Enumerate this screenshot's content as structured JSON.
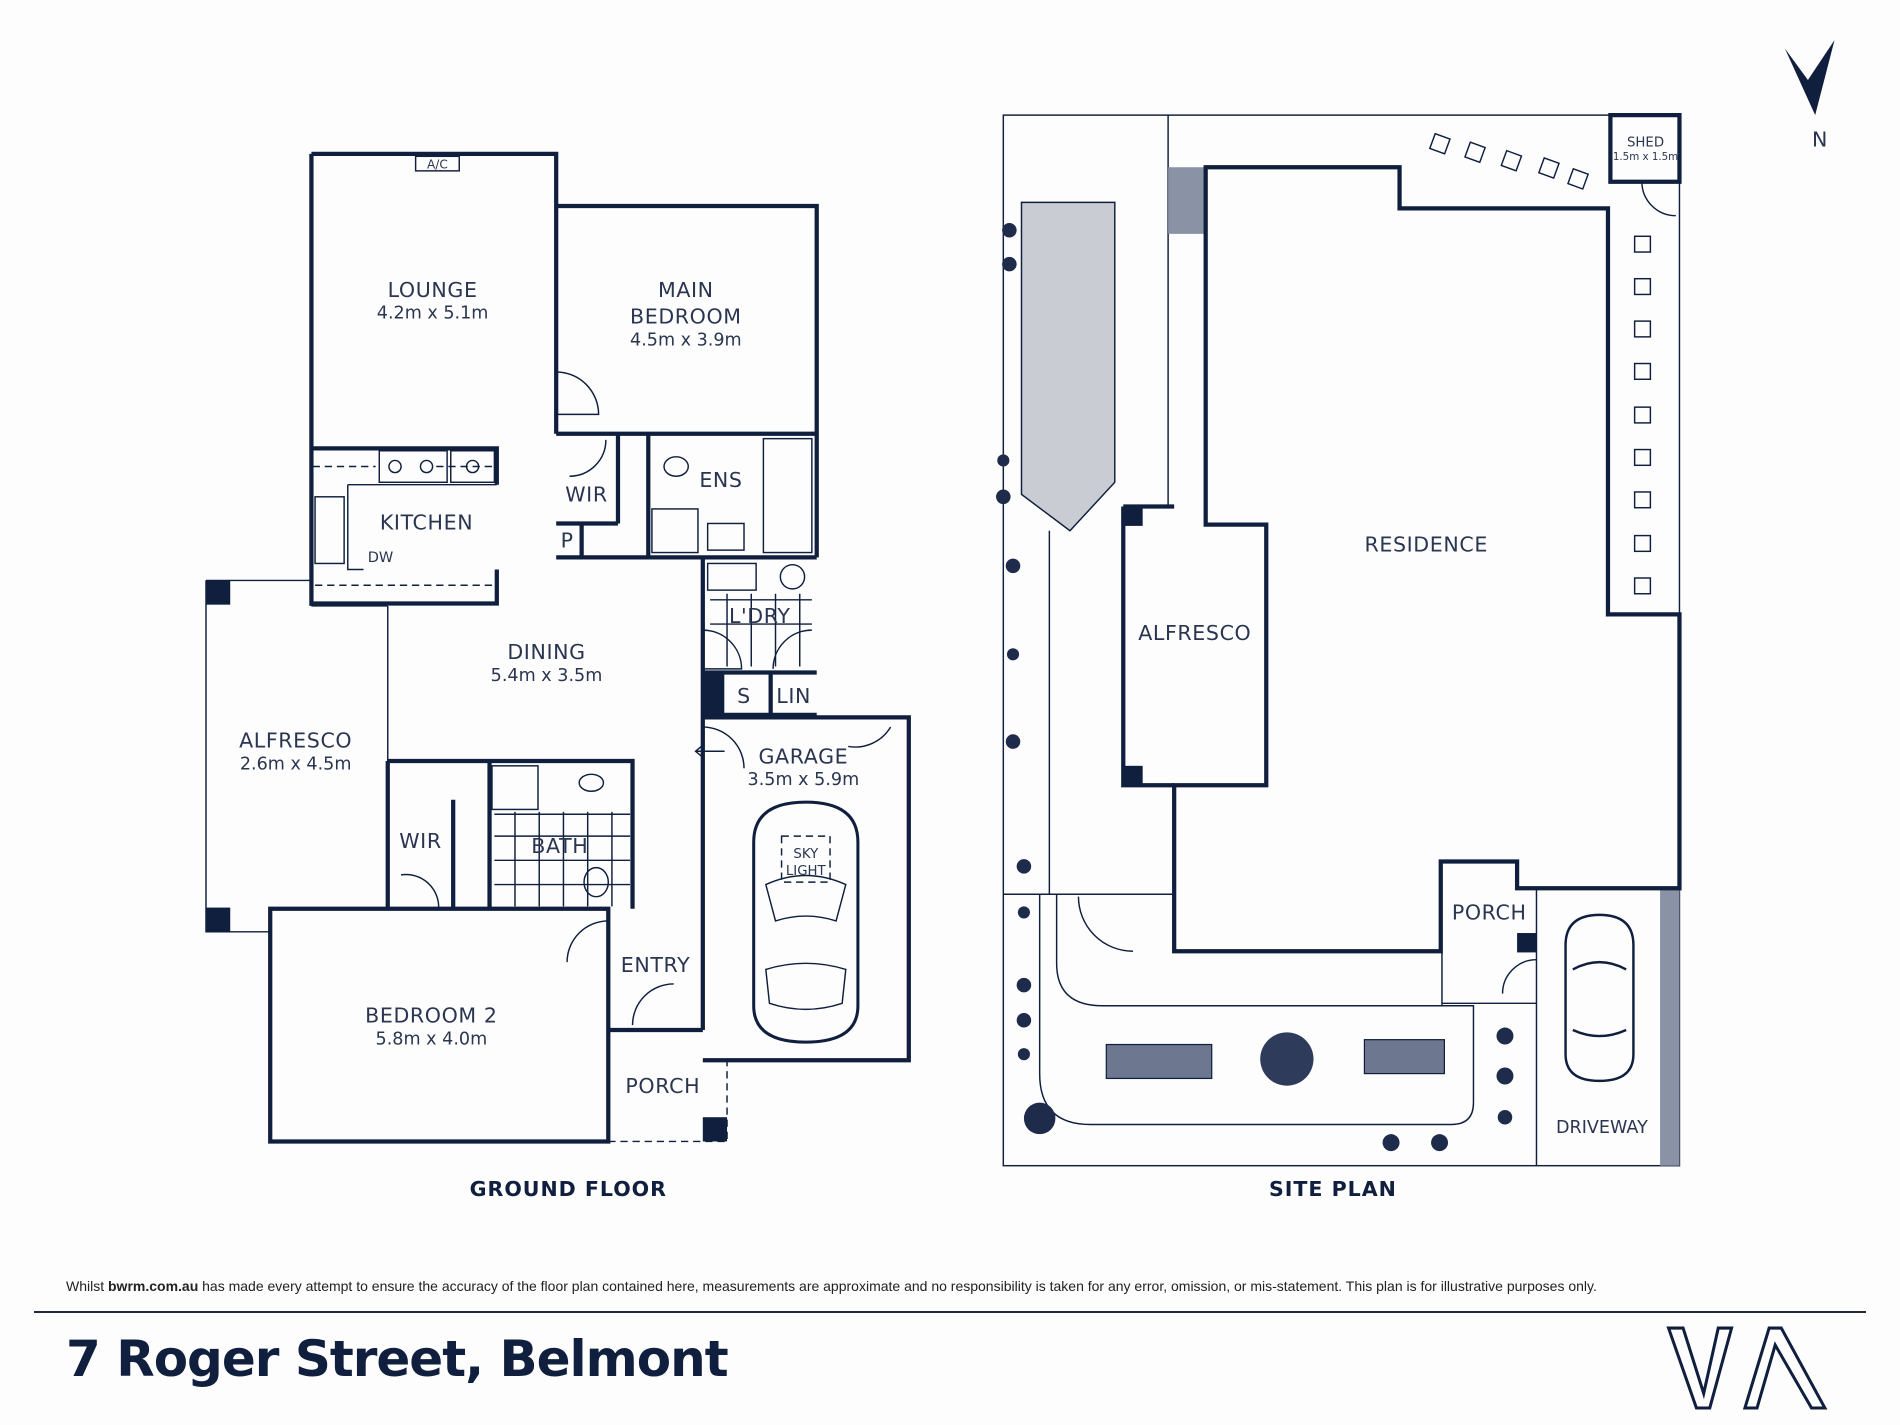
{
  "compass": {
    "label": "N"
  },
  "ground_floor": {
    "caption": "GROUND FLOOR",
    "rooms": [
      {
        "name": "LOUNGE",
        "size": "4.2m x 5.1m"
      },
      {
        "name": "MAIN",
        "name2": "BEDROOM",
        "size": "4.5m x 3.9m"
      },
      {
        "name": "KITCHEN"
      },
      {
        "name": "DINING",
        "size": "5.4m x 3.5m"
      },
      {
        "name": "ALFRESCO",
        "size": "2.6m x 4.5m"
      },
      {
        "name": "BEDROOM 2",
        "size": "5.8m x 4.0m"
      },
      {
        "name": "GARAGE",
        "size": "3.5m x 5.9m"
      },
      {
        "name": "WIR"
      },
      {
        "name": "ENS"
      },
      {
        "name": "P"
      },
      {
        "name": "L'DRY"
      },
      {
        "name": "S"
      },
      {
        "name": "LIN"
      },
      {
        "name": "WIR"
      },
      {
        "name": "BATH"
      },
      {
        "name": "ENTRY"
      },
      {
        "name": "PORCH"
      }
    ],
    "fixtures": {
      "ac": "A/C",
      "dw": "DW",
      "skylight1": "SKY",
      "skylight2": "LIGHT"
    }
  },
  "site_plan": {
    "caption": "SITE PLAN",
    "labels": {
      "residence": "RESIDENCE",
      "alfresco": "ALFRESCO",
      "porch": "PORCH",
      "driveway": "DRIVEWAY",
      "shed": "SHED",
      "shed_size": "1.5m x 1.5m"
    }
  },
  "footer": {
    "disclaimer_pre": "Whilst ",
    "disclaimer_site": "bwrm.com.au",
    "disclaimer_post": " has made every attempt to ensure the accuracy of the floor plan contained here, measurements are approximate and no responsibility is taken for any error, omission, or mis-statement. This plan is for illustrative purposes only.",
    "address": "7 Roger Street, Belmont",
    "logo": "VA"
  },
  "colors": {
    "ink": "#0f1f3d",
    "grey": "#c9ccd2",
    "bg": "#fdfdfe"
  }
}
